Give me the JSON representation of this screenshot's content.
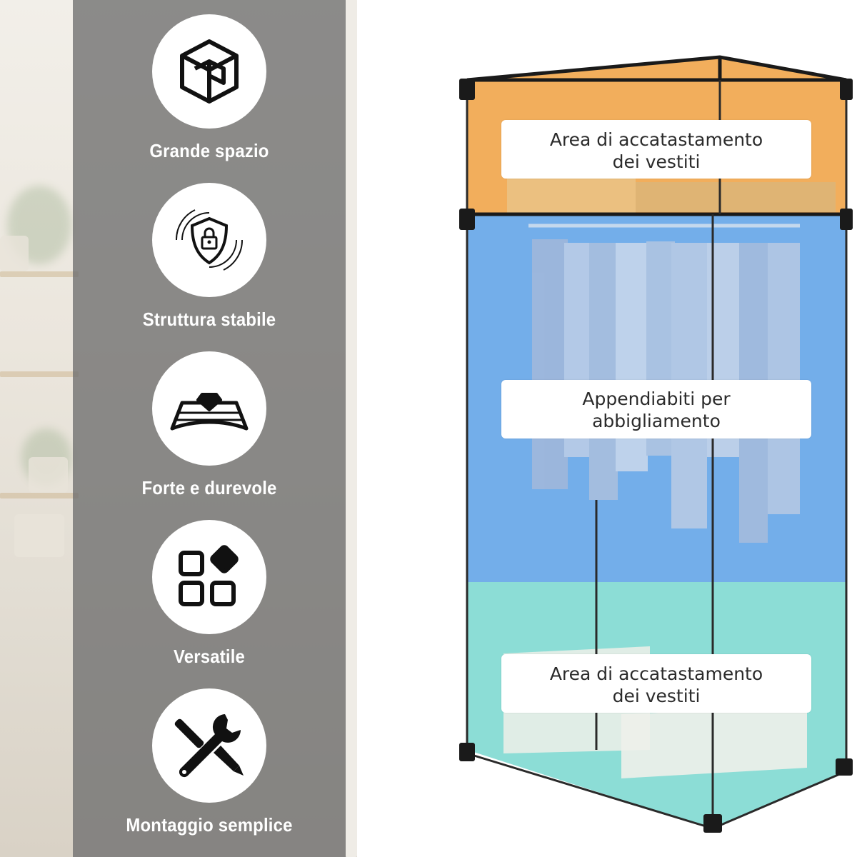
{
  "features": [
    {
      "label": "Grande spazio",
      "icon": "cube-icon"
    },
    {
      "label": "Struttura stabile",
      "icon": "shield-lock-icon"
    },
    {
      "label": "Forte e durevole",
      "icon": "diamond-layers-icon"
    },
    {
      "label": "Versatile",
      "icon": "grid-shapes-icon"
    },
    {
      "label": "Montaggio semplice",
      "icon": "wrench-screwdriver-icon"
    }
  ],
  "zones": {
    "top": {
      "line1": "Area di accatastamento",
      "line2": "dei vestiti",
      "color": "#f0a040"
    },
    "middle": {
      "line1": "Appendiabiti per",
      "line2": "abbigliamento",
      "color": "#5aa0e6"
    },
    "bottom": {
      "line1": "Area di accatastamento",
      "line2": "dei vestiti",
      "color": "#66d2c8"
    }
  }
}
